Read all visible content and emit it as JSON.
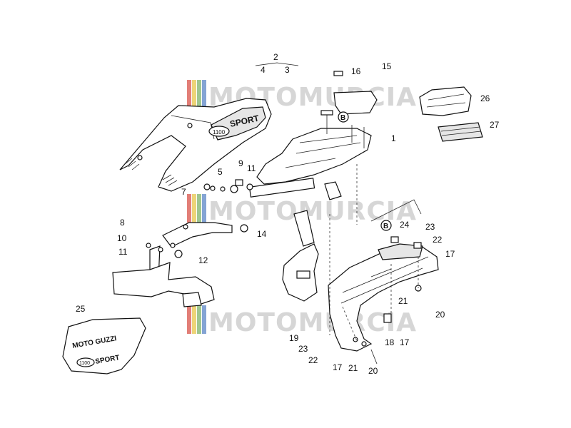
{
  "watermark": {
    "text": "MOTOMURCIA",
    "colors": {
      "red": "#d9544a",
      "yellow": "#e7c64b",
      "green": "#7fb36a",
      "blue": "#5b86c6",
      "text": "#c9c9c9"
    }
  },
  "callouts": {
    "c1": "1",
    "c2": "2",
    "c3": "3",
    "c4": "4",
    "c5": "5",
    "c7": "7",
    "c8": "8",
    "c9": "9",
    "c10": "10",
    "c11a": "11",
    "c11b": "11",
    "c12": "12",
    "c14": "14",
    "c15": "15",
    "c16": "16",
    "c17a": "17",
    "c17b": "17",
    "c17c": "17",
    "c18": "18",
    "c19": "19",
    "c20a": "20",
    "c20b": "20",
    "c21a": "21",
    "c21b": "21",
    "c22a": "22",
    "c22b": "22",
    "c23a": "23",
    "c23b": "23",
    "c24": "24",
    "c25": "25",
    "c26": "26",
    "c27": "27"
  },
  "markers": {
    "b1": "B",
    "b2": "B"
  },
  "decals": {
    "tail_badge": "1100",
    "tail_text": "SPORT",
    "bag_line1": "MOTO GUZZI",
    "bag_badge": "1100",
    "bag_line2": "SPORT"
  }
}
